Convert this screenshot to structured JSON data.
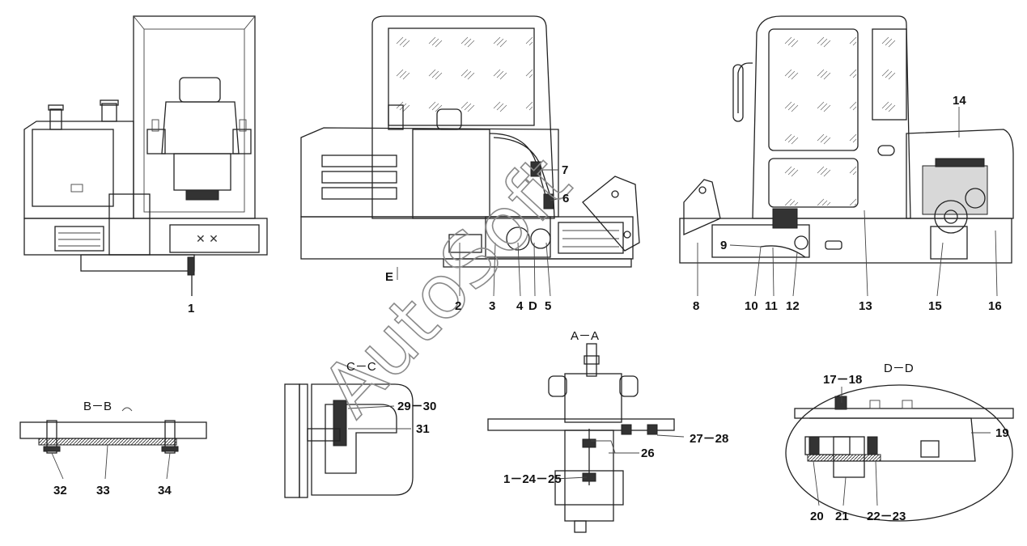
{
  "watermark": "AutoSoft",
  "sections": {
    "bb": "B－B",
    "cc": "C－C",
    "aa": "A－A",
    "dd": "D－D"
  },
  "callouts": {
    "c1": "1",
    "c2": "2",
    "c3": "3",
    "c4": "4",
    "cD": "D",
    "c5": "5",
    "c6": "6",
    "c7": "7",
    "cE": "E",
    "c8": "8",
    "c9": "9",
    "c10": "10",
    "c11": "11",
    "c12": "12",
    "c13": "13",
    "c14": "14",
    "c15": "15",
    "c16": "16",
    "c17_18": "17－18",
    "c19": "19",
    "c20": "20",
    "c21": "21",
    "c22_23": "22－23",
    "c1_24_25": "1－24－25",
    "c26": "26",
    "c27_28": "27－28",
    "c29_30": "29－30",
    "c31": "31",
    "c32": "32",
    "c33": "33",
    "c34": "34"
  }
}
